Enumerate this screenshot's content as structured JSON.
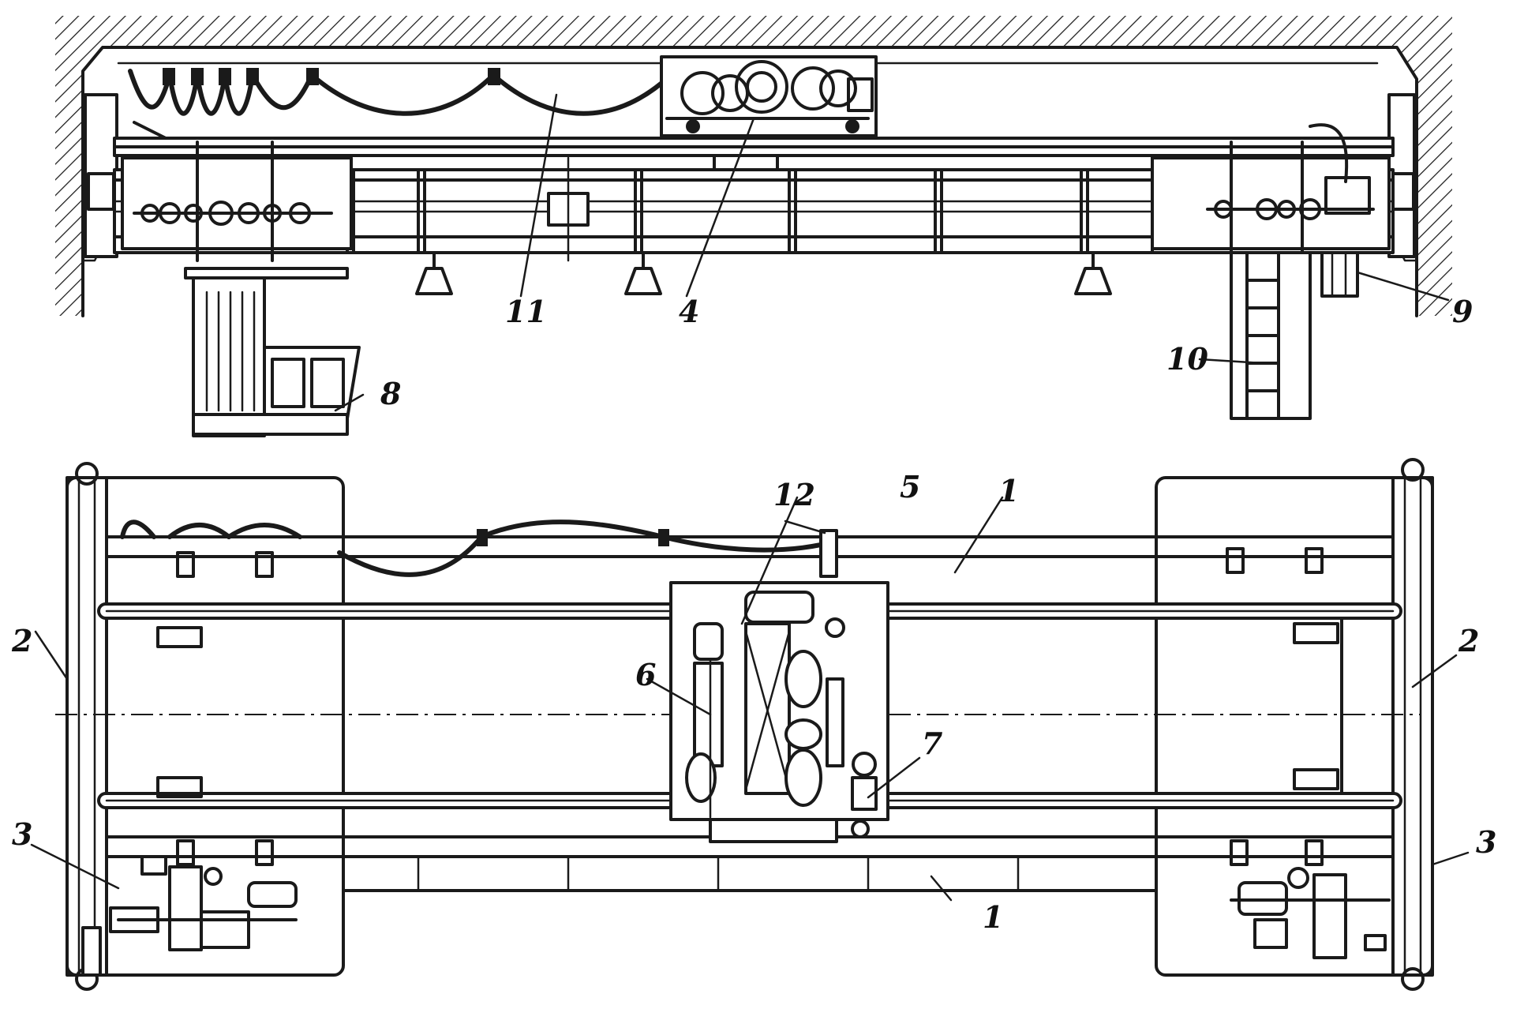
{
  "diagram": {
    "labels": {
      "bridge_girder_top": "1",
      "bridge_girder_bottom": "1",
      "end_carriage_left": "2",
      "end_carriage_right": "2",
      "travel_drive_left": "3",
      "travel_drive_right": "3",
      "trolley": "4",
      "hoist_drum": "5",
      "hoist_motor": "6",
      "trolley_drive": "7",
      "operator_cab": "8",
      "buffer": "9",
      "ladder": "10",
      "festoon_cable_side": "11",
      "festoon_cable_plan": "12"
    }
  }
}
